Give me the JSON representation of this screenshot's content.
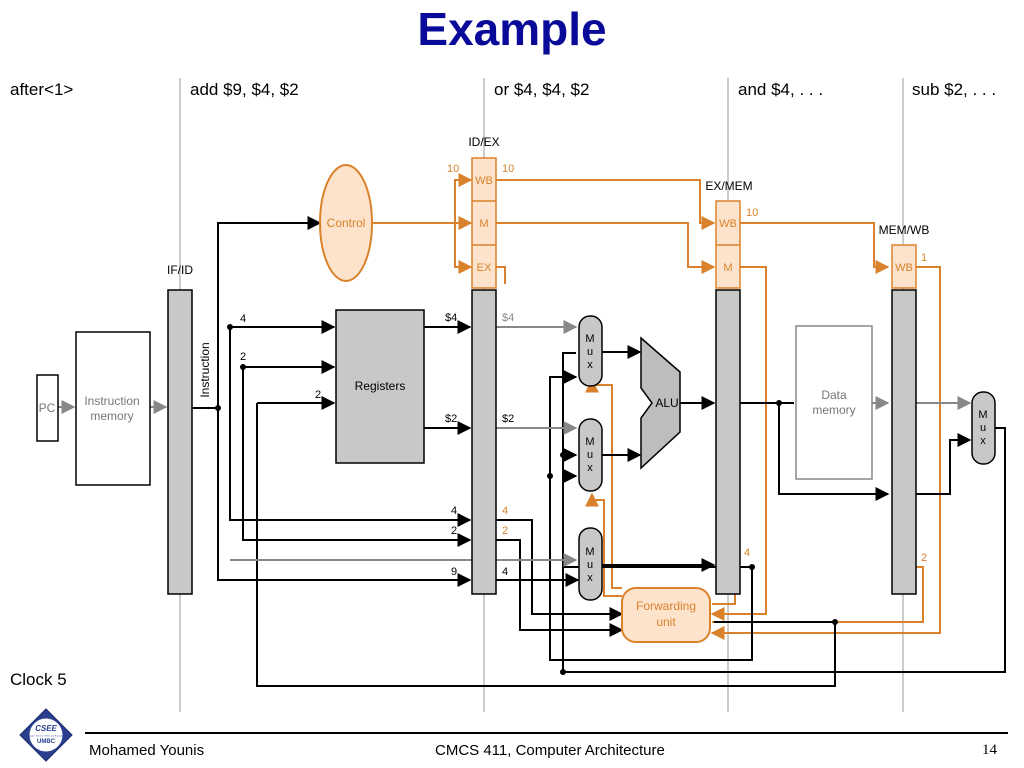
{
  "title": "Example",
  "stages": [
    "after<1>",
    "add $9, $4, $2",
    "or $4, $4, $2",
    "and $4, . . .",
    "sub $2, . . ."
  ],
  "clock": "Clock 5",
  "footer": {
    "author": "Mohamed Younis",
    "course": "CMCS 411, Computer Architecture",
    "page": "14"
  },
  "logo": {
    "top": "CSEE",
    "bottom": "UMBC",
    "ring": "Computer Science / Electrical Engineering"
  },
  "colors": {
    "title": "#0a0a9a",
    "control": "#d9822b",
    "control_fill": "#fde3cc",
    "datapath": "#000000",
    "gray_path": "#888888",
    "register_fill": "#c8c8c8"
  },
  "diagram": {
    "pipeline_registers": {
      "if_id": "IF/ID",
      "id_ex": "ID/EX",
      "ex_mem": "EX/MEM",
      "mem_wb": "MEM/WB"
    },
    "control_fields": {
      "wb": "WB",
      "m": "M",
      "ex": "EX"
    },
    "units": {
      "pc": "PC",
      "instruction_memory": [
        "Instruction",
        "memory"
      ],
      "control": "Control",
      "registers": "Registers",
      "alu": "ALU",
      "data_memory": [
        "Data",
        "memory"
      ],
      "forwarding_unit": [
        "Forwarding",
        "unit"
      ],
      "instruction_label": "Instruction",
      "mux_letters": [
        "M",
        "u",
        "x"
      ]
    },
    "values": {
      "id_ex_wb_in": "10",
      "id_ex_wb_out": "10",
      "ex_mem_wb_out": "10",
      "mem_wb_wb_out": "1",
      "rs_field": "4",
      "rt_field": "2",
      "rd_field": "2",
      "reg_read1": "$4",
      "reg_read2": "$2",
      "id_ex_out1": "$4",
      "id_ex_out2": "$2",
      "id_ex_rs_in": "4",
      "id_ex_rt_in": "2",
      "id_ex_rd_in": "9",
      "id_ex_rs_out": "4",
      "id_ex_rt_out": "2",
      "id_ex_rd_out": "4",
      "ex_mem_rd": "4",
      "mem_wb_rd": "2"
    }
  }
}
